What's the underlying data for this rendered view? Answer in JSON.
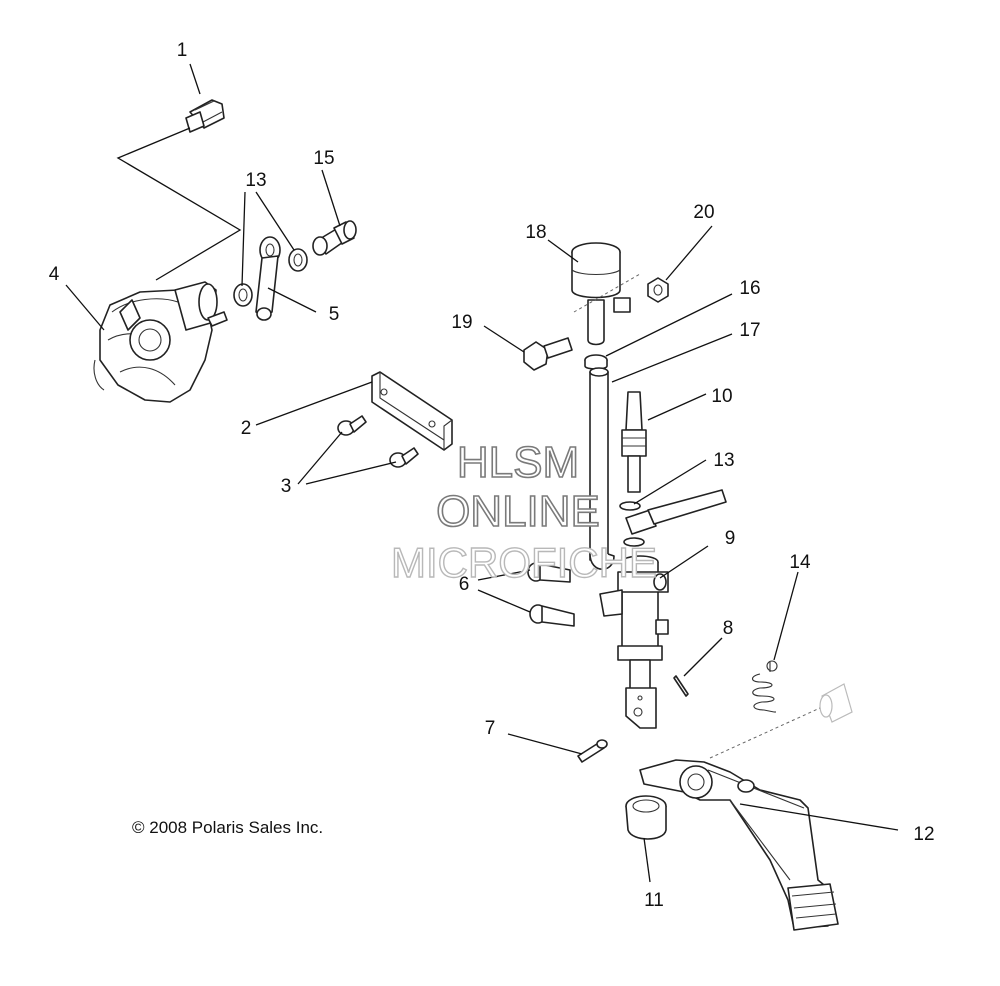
{
  "diagram": {
    "callouts": [
      "1",
      "2",
      "3",
      "4",
      "5",
      "6",
      "7",
      "8",
      "9",
      "10",
      "11",
      "12",
      "13",
      "13",
      "14",
      "15",
      "16",
      "17",
      "18",
      "19",
      "20"
    ],
    "watermark": [
      "HLSM",
      "ONLINE",
      "MICROFICHE"
    ],
    "copyright": "© 2008 Polaris Sales Inc."
  }
}
